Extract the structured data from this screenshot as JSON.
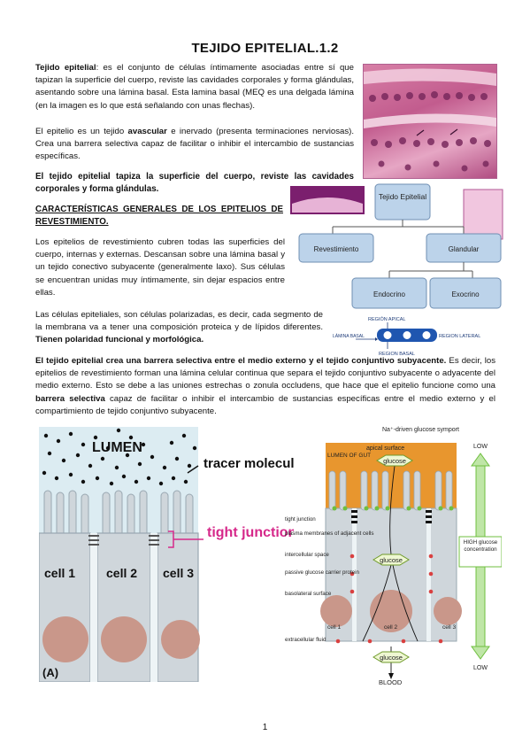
{
  "title": "TEJIDO EPITELIAL.1.2",
  "intro": {
    "term": "Tejido epitelial",
    "text": ": es el conjunto de células íntimamente asociadas entre sí que tapizan la superficie del cuerpo, reviste las cavidades corporales y forma glándulas, asentando sobre una lámina basal. Esta lamina basal (MEQ es una delgada lámina (en la imagen es lo que está señalando con unas flechas)."
  },
  "p2": {
    "a": "El epitelio es un tejido ",
    "b": "avascular",
    "c": " e inervado (presenta terminaciones nerviosas). Crea una barrera selectiva capaz de facilitar o inhibir el intercambio de sustancias específicas."
  },
  "p3": "El tejido epitelial tapiza la superficie del cuerpo, reviste las cavidades corporales y forma glándulas.",
  "section_heading": "CARACTERÍSTICAS GENERALES DE LOS EPITELIOS DE REVESTIMIENTO.",
  "p4": "Los epitelios de revestimiento cubren todas las superficies del cuerpo, internas y externas. Descansan sobre una lámina basal y un tejido conectivo subyacente (generalmente laxo). Sus células se encuentran unidas muy íntimamente, sin dejar espacios entre ellas.",
  "p5": {
    "a": "Las células epiteliales, son células polarizadas, es decir, cada segmento de la membrana va a tener una composición proteica y de lípidos diferentes. ",
    "b": "Tienen polaridad funcional y morfológica."
  },
  "p6": {
    "a": "El tejido epitelial crea una barrera selectiva entre el medio externo y el tejido conjuntivo subyacente.",
    "b": " Es decir, los epitelios de revestimiento forman una lámina celular continua que separa el tejido conjuntivo subyacente o adyacente del medio externo. Esto se debe a las uniones estrechas o zonula occludens, que hace que el epitelio funcione como una ",
    "c": "barrera selectiva",
    "d": " capaz de facilitar o inhibir el intercambio de sustancias específicas entre el medio externo y el compartimiento de tejido conjuntivo subyacente."
  },
  "tree": {
    "root": "Tejido Epitelial",
    "left": "Revestimiento",
    "right": "Glandular",
    "sub_left": "Endocrino",
    "sub_right": "Exocrino"
  },
  "polarity": {
    "apical": "REGIÓN APICAL",
    "lateral": "REGION LATERAL",
    "basal_lamina": "LÁMINA BASAL",
    "basal": "REGION BASAL"
  },
  "figA": {
    "lumen": "LUMEN",
    "tracer": "tracer molecule",
    "tight": "tight junction",
    "cell1": "cell 1",
    "cell2": "cell 2",
    "cell3": "cell 3",
    "panel": "(A)"
  },
  "figB": {
    "symport": "Na⁺-driven glucose symport",
    "apical_surface": "apical surface",
    "lumen_gut": "LUMEN OF GUT",
    "glucose": "glucose",
    "tight_junction": "tight junction",
    "plasma_membranes": "plasma membranes of adjacent cells",
    "intercellular_space": "intercellular space",
    "passive_carrier": "passive glucose carrier protein",
    "basolateral": "basolateral surface",
    "extracellular": "extracellular fluid",
    "cell1": "cell 1",
    "cell2": "cell 2",
    "cell3": "cell 3",
    "blood": "BLOOD",
    "low_top": "LOW",
    "high": "HIGH glucose concentration",
    "low_bottom": "LOW"
  },
  "page_number": "1",
  "colors": {
    "magenta": "#d6288a",
    "orange": "#e8962e",
    "cell_gray": "#cfd6db",
    "nucleus": "#c9978a",
    "green": "#6fbf3f",
    "blue_box": "#bcd3ea",
    "blue_dark": "#1f56b0"
  }
}
